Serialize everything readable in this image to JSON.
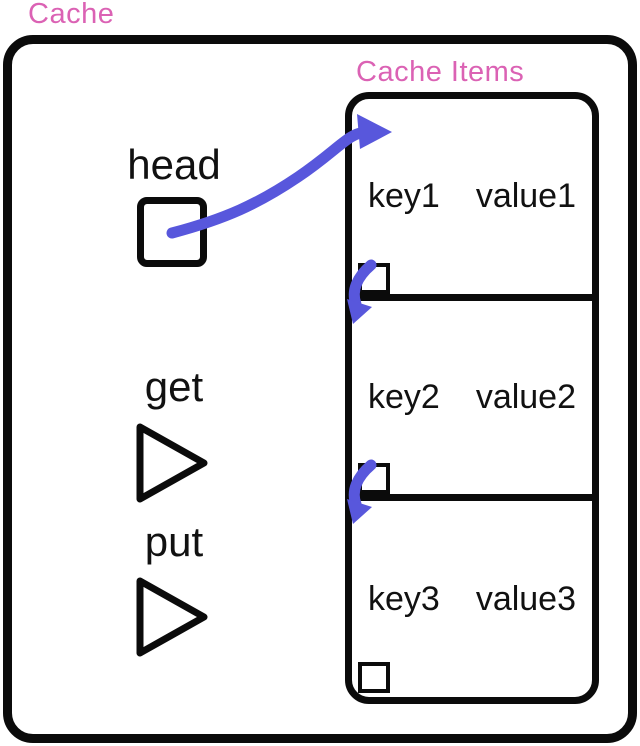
{
  "title": "Cache",
  "colors": {
    "accent_pink": "#DB62B4",
    "arrow_blue": "#5857DC",
    "outline_black": "#0b0b0b"
  },
  "pointers": {
    "head_label": "head"
  },
  "operations": {
    "get_label": "get",
    "put_label": "put"
  },
  "cache_items": {
    "label": "Cache Items",
    "items": [
      {
        "key": "key1",
        "value": "value1"
      },
      {
        "key": "key2",
        "value": "value2"
      },
      {
        "key": "key3",
        "value": "value3"
      }
    ]
  }
}
